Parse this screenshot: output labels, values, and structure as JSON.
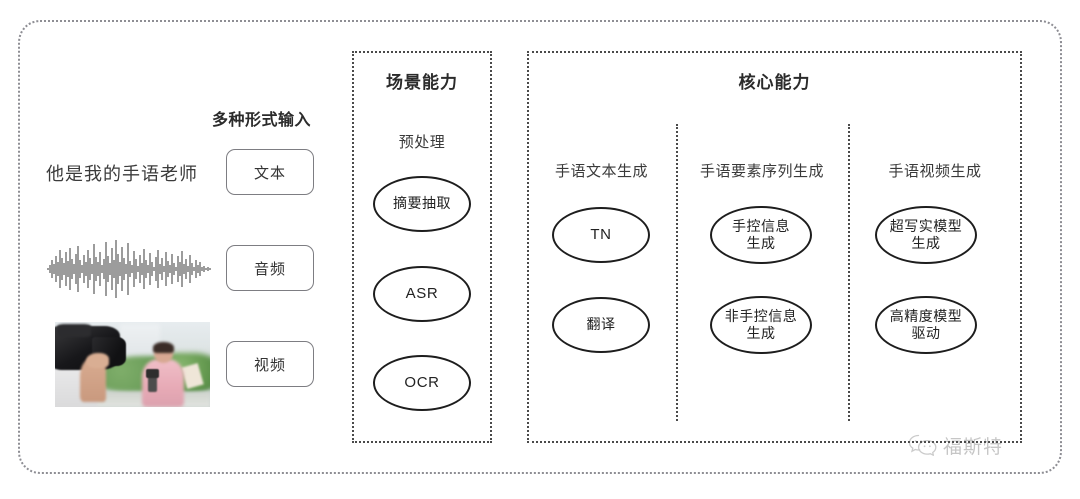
{
  "diagram": {
    "left_column": {
      "heading": "多种形式输入",
      "sample_text": "他是我的手语老师",
      "waveform_icon": "audio-waveform-icon",
      "video_thumbnail_alt": "camera-operator-filming-reporter",
      "buttons": [
        {
          "label": "文本"
        },
        {
          "label": "音频"
        },
        {
          "label": "视频"
        }
      ]
    },
    "scene_capability": {
      "title": "场景能力",
      "subtitle": "预处理",
      "nodes": [
        {
          "label": "摘要抽取",
          "script": "cjk"
        },
        {
          "label": "ASR",
          "script": "latin"
        },
        {
          "label": "OCR",
          "script": "latin"
        }
      ]
    },
    "core_capability": {
      "title": "核心能力",
      "columns": [
        {
          "title": "手语文本生成",
          "nodes": [
            {
              "label": "TN",
              "script": "latin"
            },
            {
              "label": "翻译",
              "script": "cjk"
            }
          ]
        },
        {
          "title": "手语要素序列生成",
          "nodes": [
            {
              "label": "手控信息\n生成",
              "script": "cjk"
            },
            {
              "label": "非手控信息\n生成",
              "script": "cjk"
            }
          ]
        },
        {
          "title": "手语视频生成",
          "nodes": [
            {
              "label": "超写实模型\n生成",
              "script": "cjk"
            },
            {
              "label": "高精度模型\n驱动",
              "script": "cjk"
            }
          ]
        }
      ]
    },
    "watermark": {
      "icon": "wechat-bubbles-icon",
      "text": "福斯特"
    },
    "colors": {
      "background": "#ffffff",
      "outline": "#1d1d1d",
      "dotted_border": "#4a4a4a",
      "outer_frame": "#8e8e94",
      "text": "#2b2b2b",
      "button_border": "#7d7d82"
    }
  }
}
